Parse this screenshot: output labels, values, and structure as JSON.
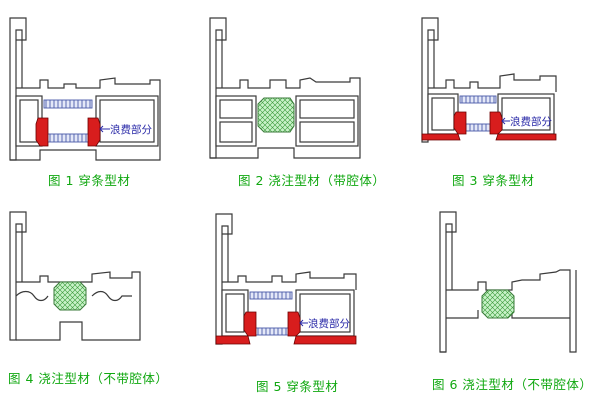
{
  "figures": [
    {
      "id": "fig1",
      "caption": "图 1 穿条型材",
      "annotation": "浪费部分"
    },
    {
      "id": "fig2",
      "caption": "图 2 浇注型材（带腔体）",
      "annotation": ""
    },
    {
      "id": "fig3",
      "caption": "图 3 穿条型材",
      "annotation": "浪费部分"
    },
    {
      "id": "fig4",
      "caption": "图 4 浇注型材（不带腔体）",
      "annotation": ""
    },
    {
      "id": "fig5",
      "caption": "图 5 穿条型材",
      "annotation": "浪费部分"
    },
    {
      "id": "fig6",
      "caption": "图 6 浇注型材（不带腔体）",
      "annotation": ""
    }
  ],
  "colors": {
    "caption": "#11a811",
    "waste": "#d81d1d",
    "polyamide": "#d8ddf3",
    "resin": "#c8f2c8",
    "outline": "#3a3a3a"
  }
}
